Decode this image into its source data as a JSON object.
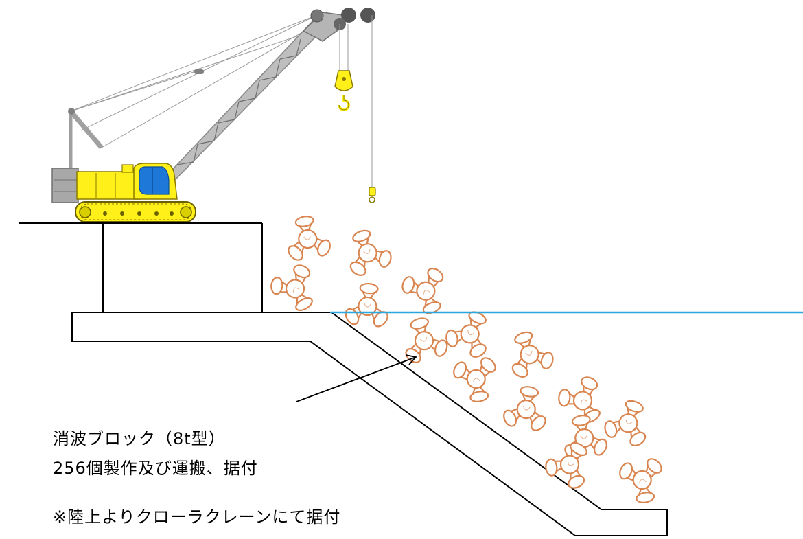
{
  "diagram": {
    "caption_line1": "消波ブロック（8t型）",
    "caption_line2": "256個製作及び運搬、据付",
    "caption_line3": "※陸上よりクローラクレーンにて据付"
  },
  "colors": {
    "water_line": "#29a8e0",
    "block_outline": "#d98550",
    "crane_yellow": "#fff01a",
    "crane_boom": "#a9a9a9",
    "cab_window": "#1e78d8",
    "structure_line": "#000000"
  },
  "icons": [
    "crawler-crane-icon",
    "wave-dissipating-block-icon"
  ]
}
